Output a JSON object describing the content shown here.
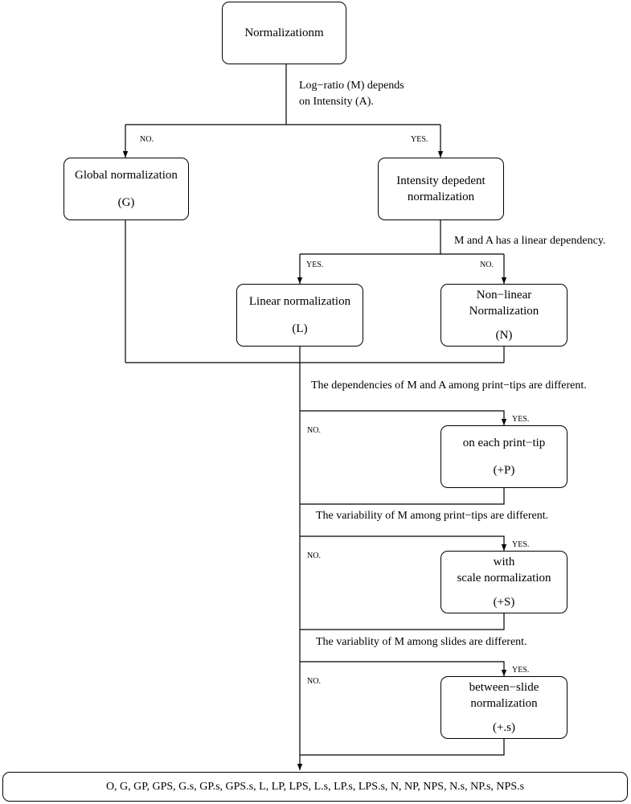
{
  "nodes": {
    "start": {
      "title": "Normalizationm"
    },
    "global": {
      "line1": "Global normalization",
      "code": "(G)"
    },
    "intensity": {
      "line1": "Intensity depedent",
      "line2": "normalization"
    },
    "linear": {
      "line1": "Linear normalization",
      "code": "(L)"
    },
    "nonlinear": {
      "line1": "Non−linear",
      "line2": "Normalization",
      "code": "(N)"
    },
    "printtip": {
      "line1": "on each print−tip",
      "code": "(+P)"
    },
    "scale": {
      "line1": "with",
      "line2": "scale normalization",
      "code": "(+S)"
    },
    "slide": {
      "line1": "between−slide",
      "line2": "normalization",
      "code": "(+.s)"
    }
  },
  "questions": {
    "q1_line1": "Log−ratio (M) depends",
    "q1_line2": "on Intensity (A).",
    "q2": "M and A has a linear dependency.",
    "q3": "The dependencies of M and A among print−tips are different.",
    "q4": "The variability of M among print−tips are different.",
    "q5": "The variablity of M among slides are different."
  },
  "branch_labels": {
    "no": "NO.",
    "yes": "YES."
  },
  "result": "O, G, GP, GPS, G.s, GP.s, GPS.s, L, LP, LPS, L.s, LP.s, LPS.s, N, NP, NPS, N.s, NP.s, NPS.s"
}
